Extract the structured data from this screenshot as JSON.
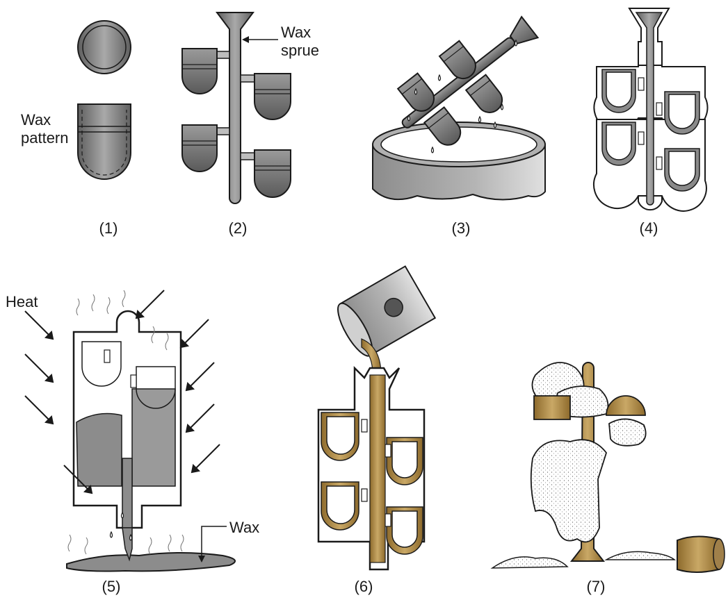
{
  "labels": {
    "wax_pattern_line1": "Wax",
    "wax_pattern_line2": "pattern",
    "wax_sprue_line1": "Wax",
    "wax_sprue_line2": "sprue",
    "heat": "Heat",
    "wax": "Wax"
  },
  "steps": [
    "(1)",
    "(2)",
    "(3)",
    "(4)",
    "(5)",
    "(6)",
    "(7)"
  ],
  "colors": {
    "wax_gray": "#7a7a7a",
    "wax_gray_light": "#a8a8a8",
    "molten_metal": "#b99552",
    "molten_metal_dark": "#8d6a2c",
    "ceramic_white": "#ffffff",
    "outline": "#1a1a1a"
  }
}
